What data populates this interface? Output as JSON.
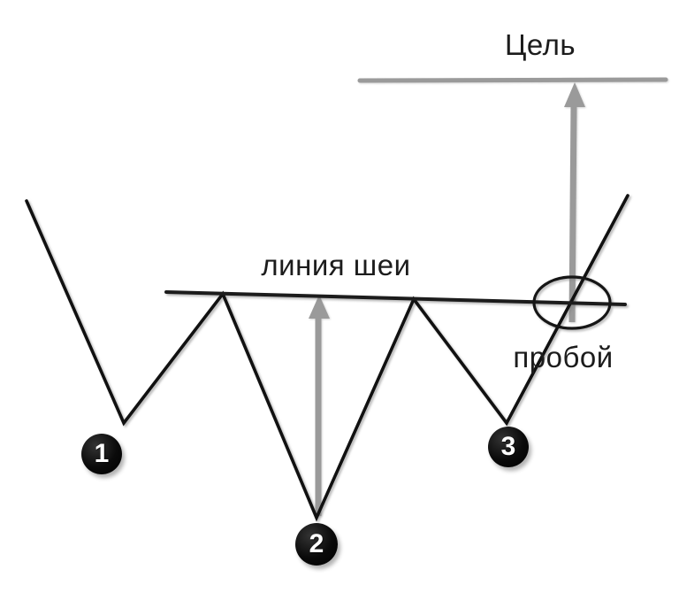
{
  "diagram": {
    "name": "inverse-head-and-shoulders-pattern",
    "labels": {
      "target": "Цель",
      "neckline": "линия шеи",
      "breakout": "пробой"
    },
    "badges": [
      {
        "label": "1"
      },
      {
        "label": "2"
      },
      {
        "label": "3"
      }
    ],
    "colors": {
      "price_line": "#111111",
      "neckline": "#1c1c1c",
      "target_line": "#9a9a9a",
      "measure_arrow": "#9a9a9a",
      "ellipse_stroke": "#161616",
      "badge_fill": "#000000",
      "badge_text": "#ffffff",
      "label_text": "#1c1c1c",
      "background": "#ffffff"
    }
  }
}
